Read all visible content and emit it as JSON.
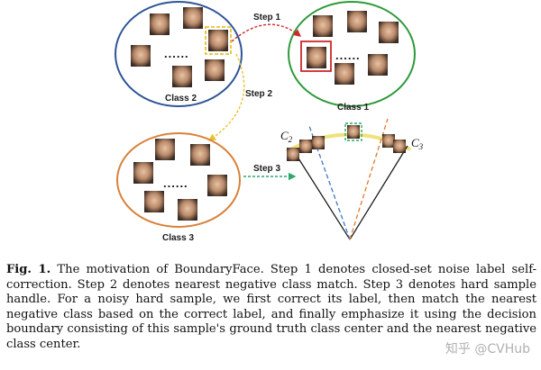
{
  "figure": {
    "step1_label": "Step 1",
    "step2_label": "Step 2",
    "step3_label": "Step 3",
    "class1_label": "Class 1",
    "class2_label": "Class 2",
    "class3_label": "Class 3",
    "ellipsis": "......",
    "c2_label": "C",
    "c2_sub": "2",
    "c3_label": "C",
    "c3_sub": "3",
    "colors": {
      "class1_ring": "#2e9a3a",
      "class2_ring": "#2f5597",
      "class3_ring": "#d9823b",
      "step1_arrow": "#cc2a2a",
      "step2_arrow": "#e8c22e",
      "step3_arrow": "#2aa86a",
      "boundary_blue": "#3a78c8",
      "boundary_orange": "#e07a2e",
      "arc_yellow": "#eee27a"
    }
  },
  "caption": {
    "lead": "Fig. 1.",
    "text": " The motivation of BoundaryFace. Step 1 denotes closed-set noise label self-correction. Step 2 denotes nearest negative class match. Step 3 denotes hard sample handle. For a noisy hard sample, we first correct its label, then match the nearest negative class based on the correct label, and finally emphasize it using the decision boundary consisting of this sample's ground truth class center and the nearest negative class center."
  },
  "watermark": "知乎 @CVHub"
}
